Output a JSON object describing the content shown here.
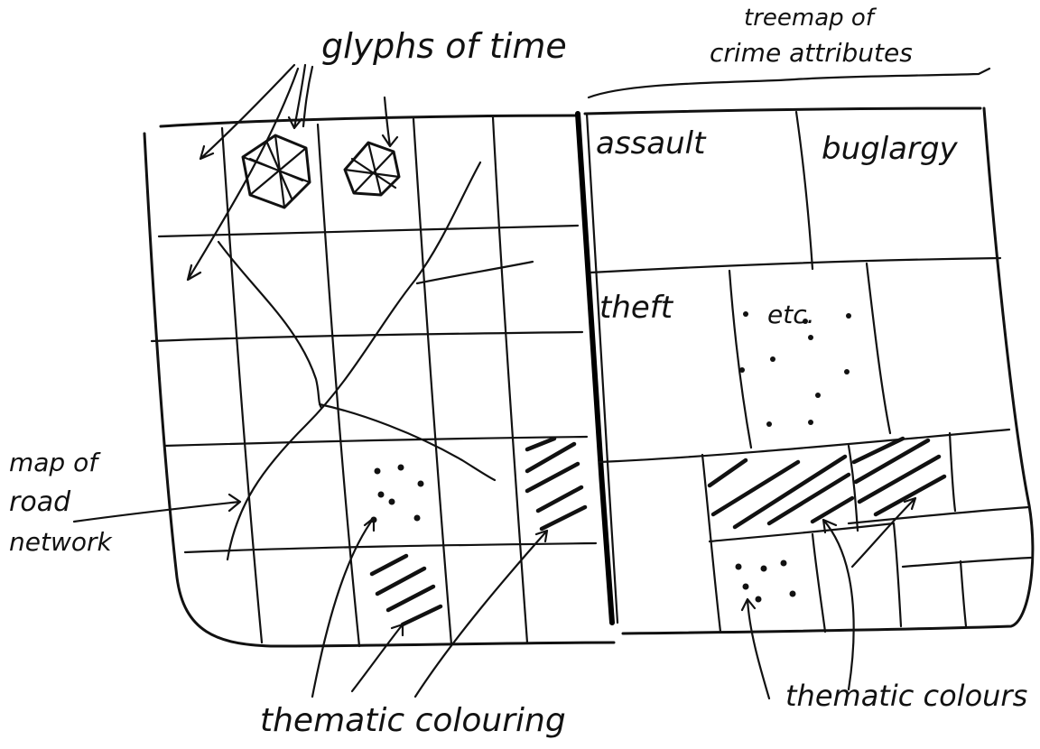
{
  "labels": {
    "glyphs": "glyphs of time",
    "treemap_title_1": "treemap of",
    "treemap_title_2": "crime attributes",
    "map_1": "map of",
    "map_2": "road",
    "map_3": "network",
    "thematic_left": "thematic colouring",
    "thematic_right": "thematic colours",
    "cell_assault": "assault",
    "cell_burglary": "buglargy",
    "cell_theft": "theft",
    "cell_etc": "etc."
  }
}
